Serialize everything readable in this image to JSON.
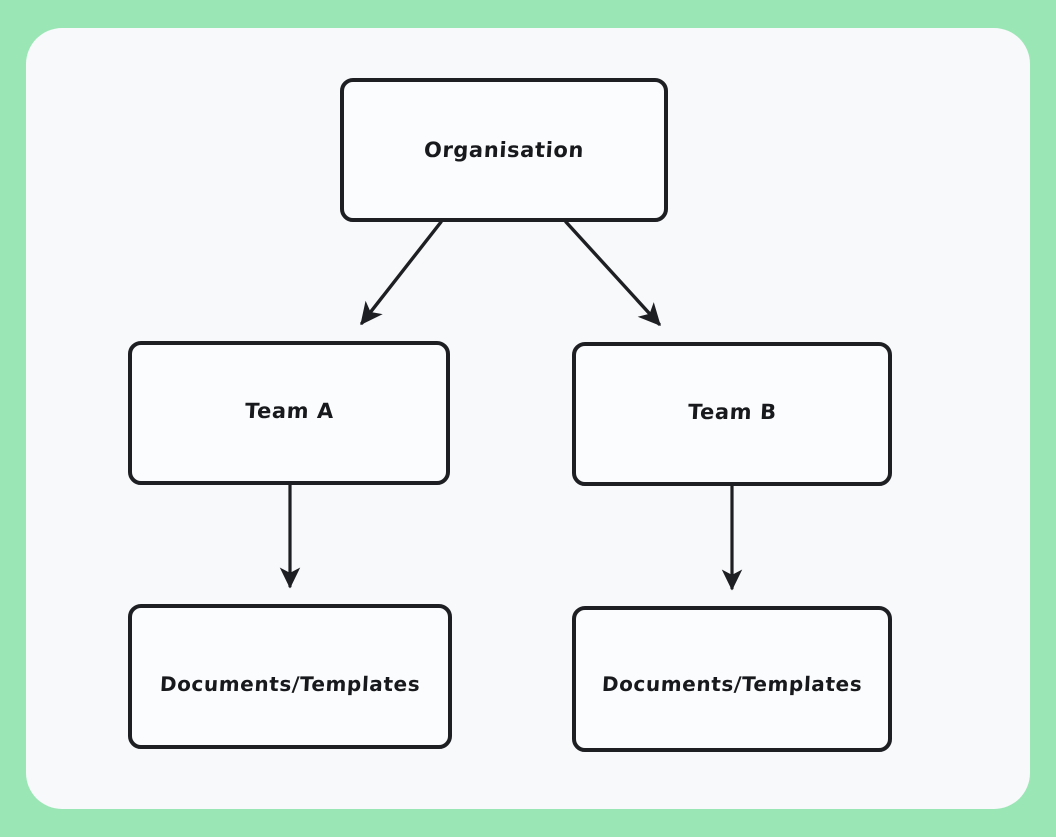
{
  "canvas": {
    "background_color": "#9ae6b4",
    "surface_color": "#f7f9fb"
  },
  "diagram": {
    "type": "flowchart",
    "stroke_color": "#1d1f22",
    "node_fill": "#fbfcfd",
    "nodes": [
      {
        "id": "organisation",
        "label": "Organisation"
      },
      {
        "id": "team_a",
        "label": "Team A"
      },
      {
        "id": "team_b",
        "label": "Team B"
      },
      {
        "id": "docs_a",
        "label": "Documents/Templates"
      },
      {
        "id": "docs_b",
        "label": "Documents/Templates"
      }
    ],
    "edges": [
      {
        "from": "organisation",
        "to": "team_a",
        "style": "arrow",
        "direction": "diagonal-down-left"
      },
      {
        "from": "organisation",
        "to": "team_b",
        "style": "arrow",
        "direction": "diagonal-down-right"
      },
      {
        "from": "team_a",
        "to": "docs_a",
        "style": "arrow",
        "direction": "down"
      },
      {
        "from": "team_b",
        "to": "docs_b",
        "style": "arrow",
        "direction": "down"
      }
    ]
  }
}
